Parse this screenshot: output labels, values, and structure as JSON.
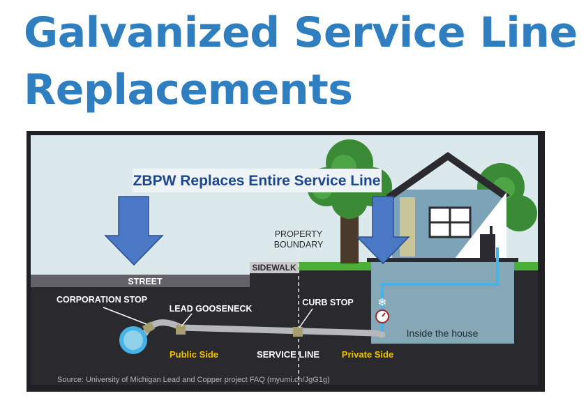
{
  "title_line1": "Galvanized Service Line",
  "title_line2": "Replacements",
  "diagram": {
    "banner": "ZBPW Replaces Entire Service Line",
    "property_boundary_line1": "PROPERTY",
    "property_boundary_line2": "BOUNDARY",
    "sidewalk": "SIDEWALK",
    "street": "STREET",
    "corporation_stop": "CORPORATION STOP",
    "lead_gooseneck": "LEAD GOOSENECK",
    "curb_stop": "CURB STOP",
    "inside_house": "Inside the house",
    "public_side": "Public Side",
    "service_line": "SERVICE LINE",
    "private_side": "Private Side",
    "source": "Source: University of Michigan Lead and Copper project FAQ (myumi.ch/JgG1g)"
  },
  "colors": {
    "title": "#2f7fc0",
    "arrow": "#4a78c4",
    "sky": "#dce9ec",
    "ground": "#29292e",
    "grass": "#4caf3a",
    "house": "#7ca3b8",
    "inside": "#86a7b5",
    "water_line": "#46b3e6",
    "label_yellow": "#f3c300"
  }
}
